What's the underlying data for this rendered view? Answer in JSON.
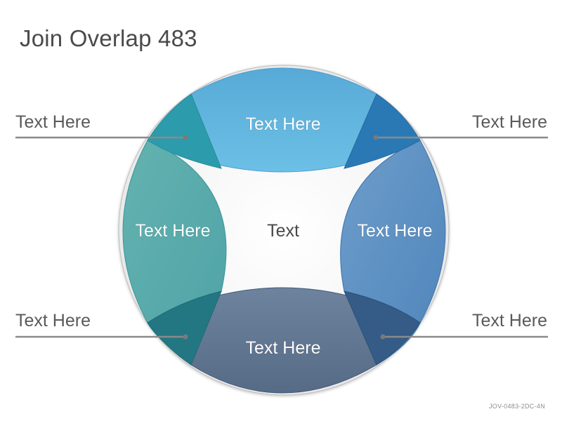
{
  "title": "Join Overlap 483",
  "center_label": "Text",
  "petals": {
    "top": "Text Here",
    "left": "Text Here",
    "right": "Text Here",
    "bottom": "Text Here"
  },
  "callouts": {
    "top_left": "Text Here",
    "top_right": "Text Here",
    "bottom_left": "Text Here",
    "bottom_right": "Text Here"
  },
  "footer_code": "JOV-0483-2DC-4N",
  "colors": {
    "top": "#5fb4de",
    "left": "#5aacaa",
    "right": "#5e92c2",
    "bottom": "#5f7590",
    "overlap_top_left": "#2c9bab",
    "overlap_top_right": "#2a79b4",
    "overlap_bottom_left": "#237783",
    "overlap_bottom_right": "#345c86",
    "callout_line": "#8a8a8a",
    "title": "#4a4a4a"
  }
}
